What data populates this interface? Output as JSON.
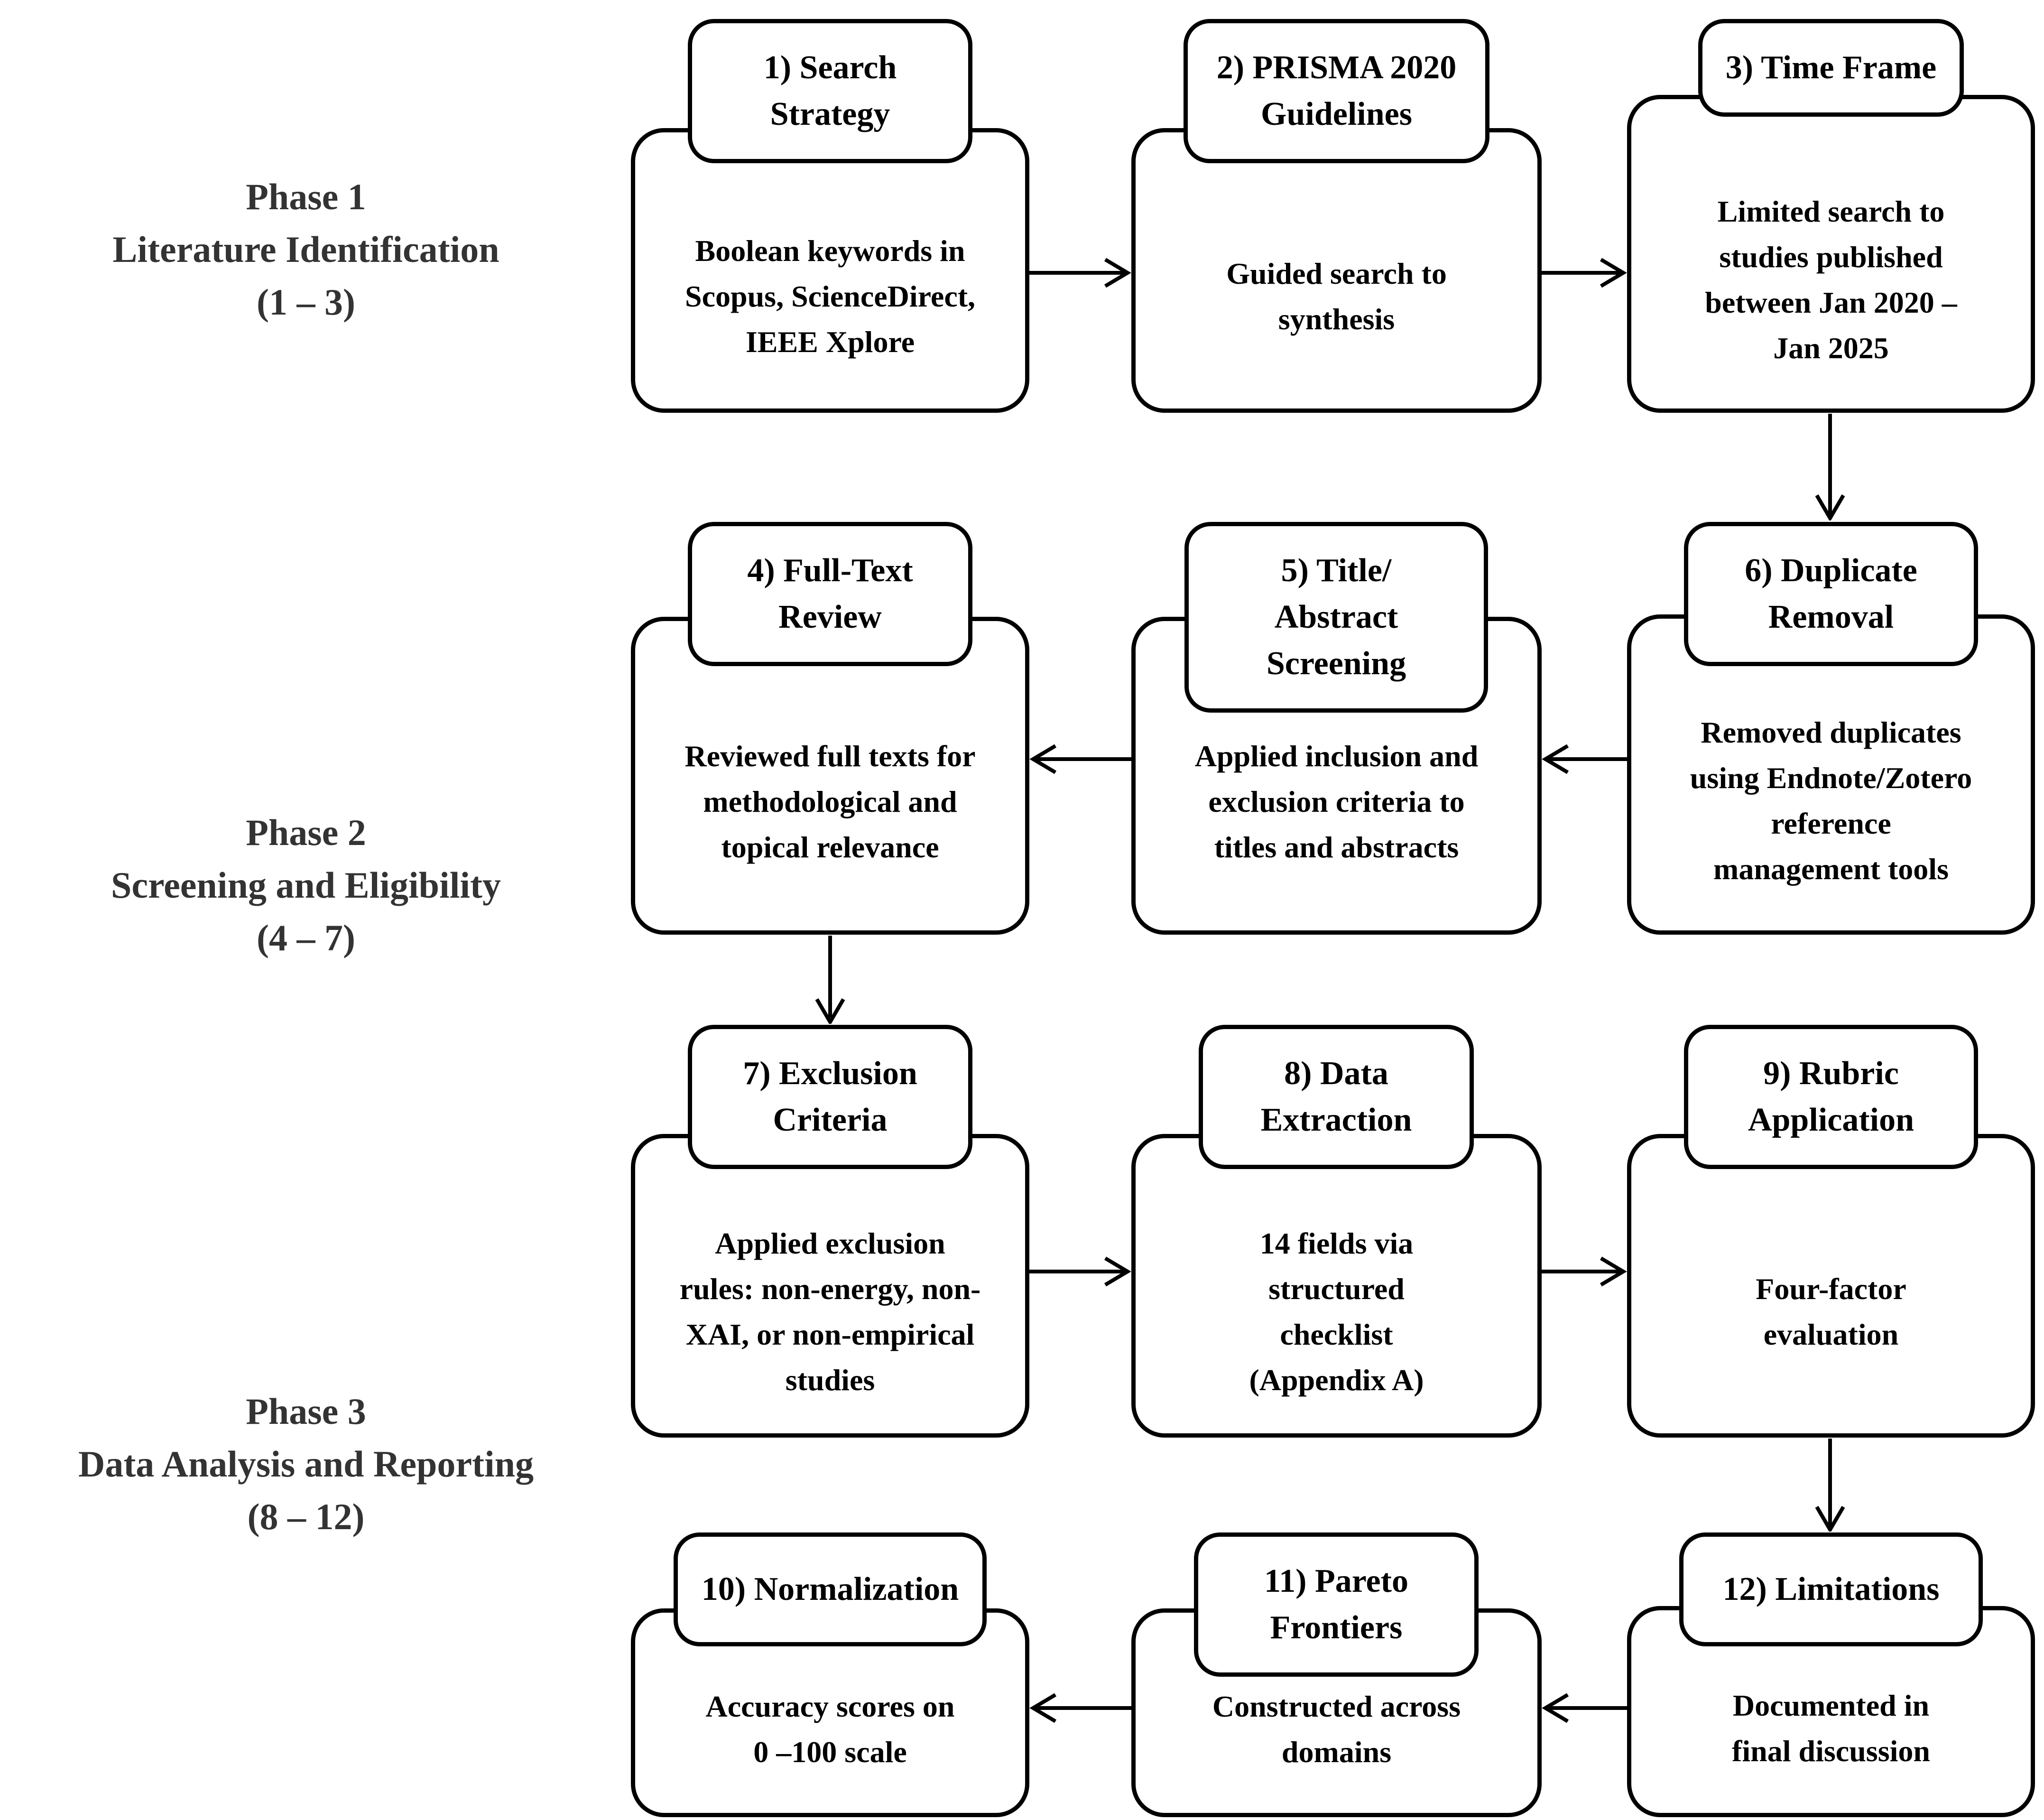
{
  "figure": {
    "background": "#ffffff",
    "stroke_color": "#000000",
    "phase_label_color": "#333333"
  },
  "phases": [
    {
      "label": "Phase 1\nLiterature Identification\n(1 – 3)"
    },
    {
      "label": "Phase 2\nScreening and Eligibility\n(4 – 7)"
    },
    {
      "label": "Phase 3\nData Analysis and Reporting\n(8 – 12)"
    }
  ],
  "steps": [
    {
      "title": "1) Search\nStrategy",
      "body": "Boolean keywords in\nScopus, ScienceDirect,\nIEEE Xplore"
    },
    {
      "title": "2) PRISMA 2020\nGuidelines",
      "body": "Guided search to\nsynthesis"
    },
    {
      "title": "3) Time Frame",
      "body": "Limited search to\nstudies published\nbetween Jan 2020 –\nJan 2025"
    },
    {
      "title": "4) Full-Text\nReview",
      "body": "Reviewed full texts for\nmethodological and\ntopical relevance"
    },
    {
      "title": "5) Title/\nAbstract\nScreening",
      "body": "Applied inclusion and\nexclusion criteria to\ntitles and abstracts"
    },
    {
      "title": "6) Duplicate\nRemoval",
      "body": "Removed duplicates\nusing Endnote/Zotero\nreference\nmanagement tools"
    },
    {
      "title": "7) Exclusion\nCriteria",
      "body": "Applied exclusion\nrules: non-energy, non-\nXAI, or non-empirical\nstudies"
    },
    {
      "title": "8) Data\nExtraction",
      "body": "14 fields via\nstructured\nchecklist\n(Appendix A)"
    },
    {
      "title": "9) Rubric\nApplication",
      "body": "Four-factor\nevaluation"
    },
    {
      "title": "10) Normalization",
      "body": "Accuracy scores on\n0 –100 scale"
    },
    {
      "title": "11) Pareto\nFrontiers",
      "body": "Constructed across\ndomains"
    },
    {
      "title": "12) Limitations",
      "body": "Documented in\nfinal discussion"
    }
  ]
}
